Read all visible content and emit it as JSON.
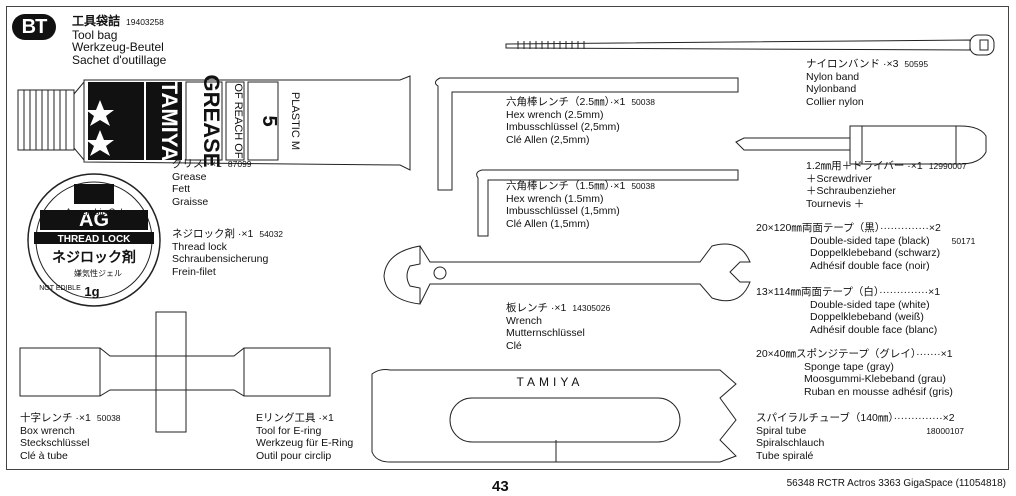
{
  "badge": "BT",
  "toolbag": {
    "ja": "工具袋詰",
    "code": "19403258",
    "en": "Tool bag",
    "de": "Werkzeug-Beutel",
    "fr": "Sachet d'outillage"
  },
  "grease": {
    "ja": "グリス ·×1",
    "code": "87099",
    "en": "Grease",
    "de": "Fett",
    "fr": "Graisse",
    "tube_text": [
      "TAMIYA",
      "GREASE",
      "OF REACH OF",
      "5",
      "PLASTIC M"
    ]
  },
  "threadlock": {
    "ja": "ネジロック剤 ·×1",
    "code": "54032",
    "en": "Thread lock",
    "de": "Schraubensicherung",
    "fr": "Frein-filet",
    "cap": {
      "top": "Anaerobic Gel",
      "big": "AG",
      "band": "THREAD LOCK",
      "jp": "ネジロック剤",
      "sub": "嫌気性ジェル",
      "edible": "NOT EDIBLE",
      "weight": "1g"
    }
  },
  "hex25": {
    "ja": "六角棒レンチ（2.5㎜）·×1",
    "code": "50038",
    "en": "Hex wrench (2.5mm)",
    "de": "Imbusschlüssel (2,5mm)",
    "fr": "Clé Allen (2,5mm)"
  },
  "hex15": {
    "ja": "六角棒レンチ（1.5㎜）·×1",
    "code": "50038",
    "en": "Hex wrench (1.5mm)",
    "de": "Imbusschlüssel (1,5mm)",
    "fr": "Clé Allen (1,5mm)"
  },
  "wrench": {
    "ja": "板レンチ ·×1",
    "code": "14305026",
    "en": "Wrench",
    "de": "Mutternschlüssel",
    "fr": "Clé"
  },
  "boxwrench": {
    "ja": "十字レンチ ·×1",
    "code": "50038",
    "en": "Box wrench",
    "de": "Steckschlüssel",
    "fr": "Clé à tube"
  },
  "ering": {
    "ja": "Eリング工具 ·×1",
    "en": "Tool for E-ring",
    "de": "Werkzeug für E-Ring",
    "fr": "Outil pour circlip"
  },
  "ering_brand": "TAMIYA",
  "nylon": {
    "ja": "ナイロンバンド ·×3",
    "code": "50595",
    "en": "Nylon band",
    "de": "Nylonband",
    "fr": "Collier nylon"
  },
  "driver": {
    "ja": "1.2㎜用＋ドライバー ·×1",
    "code": "12990007",
    "en": "＋Screwdriver",
    "de": "＋Schraubenzieher",
    "fr": "Tournevis ＋"
  },
  "tape_black": {
    "ja": "20×120㎜両面テープ（黒）··············×2",
    "code": "50171",
    "en": "Double-sided tape (black)",
    "de": "Doppelklebeband (schwarz)",
    "fr": "Adhésif double face (noir)"
  },
  "tape_white": {
    "ja": "13×114㎜両面テープ（白）··············×1",
    "en": "Double-sided tape (white)",
    "de": "Doppelklebeband (weiß)",
    "fr": "Adhésif double face (blanc)"
  },
  "sponge": {
    "ja": "20×40㎜スポンジテープ（グレイ）·······×1",
    "en": "Sponge tape (gray)",
    "de": "Moosgummi-Klebeband (grau)",
    "fr": "Ruban en mousse adhésif (gris)"
  },
  "spiral": {
    "ja": "スパイラルチューブ（140㎜）··············×2",
    "code": "18000107",
    "en": "Spiral tube",
    "de": "Spiralschlauch",
    "fr": "Tube spiralé"
  },
  "page_number": "43",
  "footer": "56348 RCTR Actros 3363 GigaSpace (11054818)"
}
